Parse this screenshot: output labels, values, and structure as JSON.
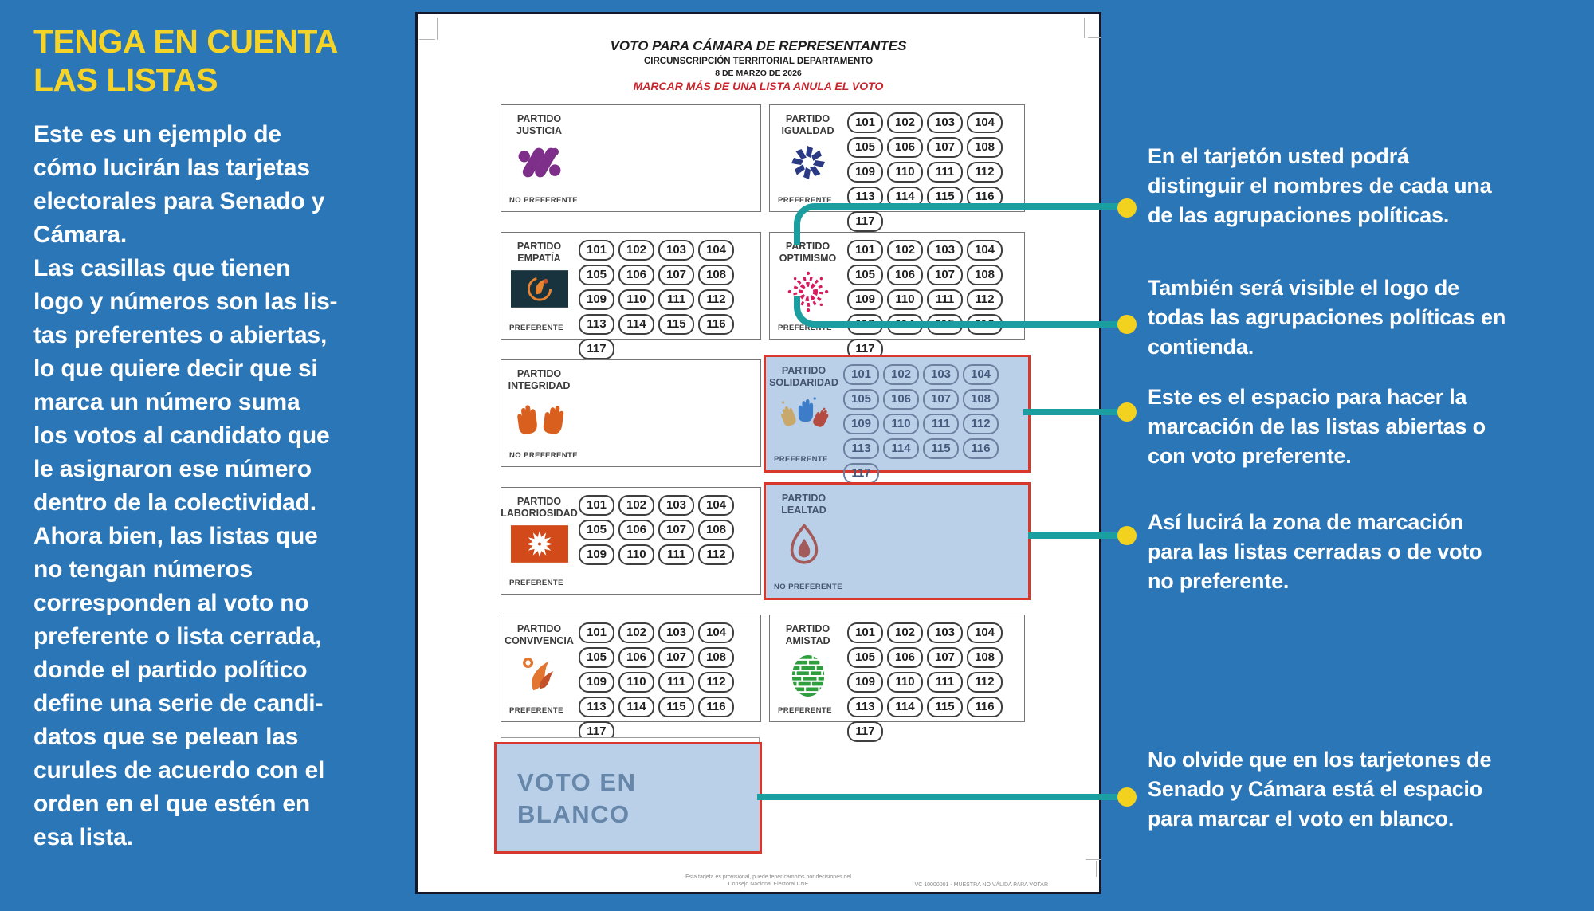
{
  "left_panel": {
    "title": "TENGA EN CUENTA\nLAS LISTAS",
    "body": "Este es un ejemplo de\ncómo lucirán las tarjetas\nelectorales para Senado y\nCámara.\nLas casillas que tienen\nlogo y números son las lis-\ntas preferentes o abiertas,\nlo que quiere decir que si\nmarca un número suma\nlos votos al candidato que\nle asignaron ese número\ndentro de la colectividad.\nAhora bien, las listas que\nno tengan números\ncorresponden al voto no\npreferente o lista cerrada,\ndonde el partido político\ndefine una serie de candi-\ndatos que se pelean las\ncurules de acuerdo con el\norden en el que estén en\nesa lista."
  },
  "ballot": {
    "header": {
      "title": "VOTO PARA CÁMARA DE REPRESENTANTES",
      "subtitle": "CIRCUNSCRIPCIÓN TERRITORIAL DEPARTAMENTO",
      "date": "8 DE MARZO DE 2026",
      "warning": "MARCAR MÁS DE UNA LISTA ANULA EL VOTO"
    },
    "boxes": [
      {
        "name": "PARTIDO\nJUSTICIA",
        "icon": "justicia-logo",
        "label": "NO PREFERENTE",
        "numbers": [],
        "highlighted": false,
        "row": 0,
        "col": 0
      },
      {
        "name": "PARTIDO\nIGUALDAD",
        "icon": "igualdad-logo",
        "label": "PREFERENTE",
        "numbers": [
          "101",
          "102",
          "103",
          "104",
          "105",
          "106",
          "107",
          "108",
          "109",
          "110",
          "111",
          "112",
          "113",
          "114",
          "115",
          "116",
          "117"
        ],
        "highlighted": false,
        "row": 0,
        "col": 1
      },
      {
        "name": "PARTIDO\nEMPATÍA",
        "icon": "empatia-logo",
        "label": "PREFERENTE",
        "numbers": [
          "101",
          "102",
          "103",
          "104",
          "105",
          "106",
          "107",
          "108",
          "109",
          "110",
          "111",
          "112",
          "113",
          "114",
          "115",
          "116",
          "117"
        ],
        "highlighted": false,
        "row": 1,
        "col": 0
      },
      {
        "name": "PARTIDO\nOPTIMISMO",
        "icon": "optimismo-logo",
        "label": "PREFERENTE",
        "numbers": [
          "101",
          "102",
          "103",
          "104",
          "105",
          "106",
          "107",
          "108",
          "109",
          "110",
          "111",
          "112",
          "113",
          "114",
          "115",
          "116",
          "117"
        ],
        "highlighted": false,
        "row": 1,
        "col": 1
      },
      {
        "name": "PARTIDO\nINTEGRIDAD",
        "icon": "integridad-logo",
        "label": "NO PREFERENTE",
        "numbers": [],
        "highlighted": false,
        "row": 2,
        "col": 0
      },
      {
        "name": "PARTIDO\nSOLIDARIDAD",
        "icon": "solidaridad-logo",
        "label": "PREFERENTE",
        "numbers": [
          "101",
          "102",
          "103",
          "104",
          "105",
          "106",
          "107",
          "108",
          "109",
          "110",
          "111",
          "112",
          "113",
          "114",
          "115",
          "116",
          "117"
        ],
        "highlighted": true,
        "row": 2,
        "col": 1
      },
      {
        "name": "PARTIDO\nLABORIOSIDAD",
        "icon": "laboriosidad-logo",
        "label": "PREFERENTE",
        "numbers": [
          "101",
          "102",
          "103",
          "104",
          "105",
          "106",
          "107",
          "108",
          "109",
          "110",
          "111",
          "112"
        ],
        "highlighted": false,
        "row": 3,
        "col": 0
      },
      {
        "name": "PARTIDO\nLEALTAD",
        "icon": "lealtad-logo",
        "label": "NO PREFERENTE",
        "numbers": [],
        "highlighted": true,
        "row": 3,
        "col": 1
      },
      {
        "name": "PARTIDO\nCONVIVENCIA",
        "icon": "convivencia-logo",
        "label": "PREFERENTE",
        "numbers": [
          "101",
          "102",
          "103",
          "104",
          "105",
          "106",
          "107",
          "108",
          "109",
          "110",
          "111",
          "112",
          "113",
          "114",
          "115",
          "116",
          "117"
        ],
        "highlighted": false,
        "row": 4,
        "col": 0
      },
      {
        "name": "PARTIDO\nAMISTAD",
        "icon": "amistad-logo",
        "label": "PREFERENTE",
        "numbers": [
          "101",
          "102",
          "103",
          "104",
          "105",
          "106",
          "107",
          "108",
          "109",
          "110",
          "111",
          "112",
          "113",
          "114",
          "115",
          "116",
          "117"
        ],
        "highlighted": false,
        "row": 4,
        "col": 1
      }
    ],
    "blank_vote": {
      "label": "VOTO EN\nBLANCO"
    },
    "footer_center": "Esta tarjeta es provisional, puede tener cambios por decisiones del\nConsejo Nacional Electoral CNE",
    "footer_right": "VC 10000001 - MUESTRA NO VÁLIDA PARA VOTAR"
  },
  "annotations": [
    {
      "text": "En el tarjetón usted podrá\ndistinguir el nombres de cada una\nde las agrupaciones políticas."
    },
    {
      "text": "También será visible el logo de\ntodas las agrupaciones políticas en\ncontienda."
    },
    {
      "text": "Este es el espacio para hacer la\nmarcación de las listas abiertas o\ncon voto preferente."
    },
    {
      "text": "Así lucirá la zona de marcación\npara las listas cerradas o de voto\nno preferente."
    },
    {
      "text": "No olvide que en los tarjetones de\nSenado y Cámara está el espacio\npara marcar el voto en blanco."
    }
  ],
  "colors": {
    "background_blue": "#2b76b7",
    "title_yellow": "#f5d327",
    "connector_teal": "#1b9e9f",
    "dot_yellow": "#f2d21f",
    "highlight_fill": "#bad0e8",
    "highlight_border": "#d8372b",
    "warning_red": "#c9252c"
  }
}
